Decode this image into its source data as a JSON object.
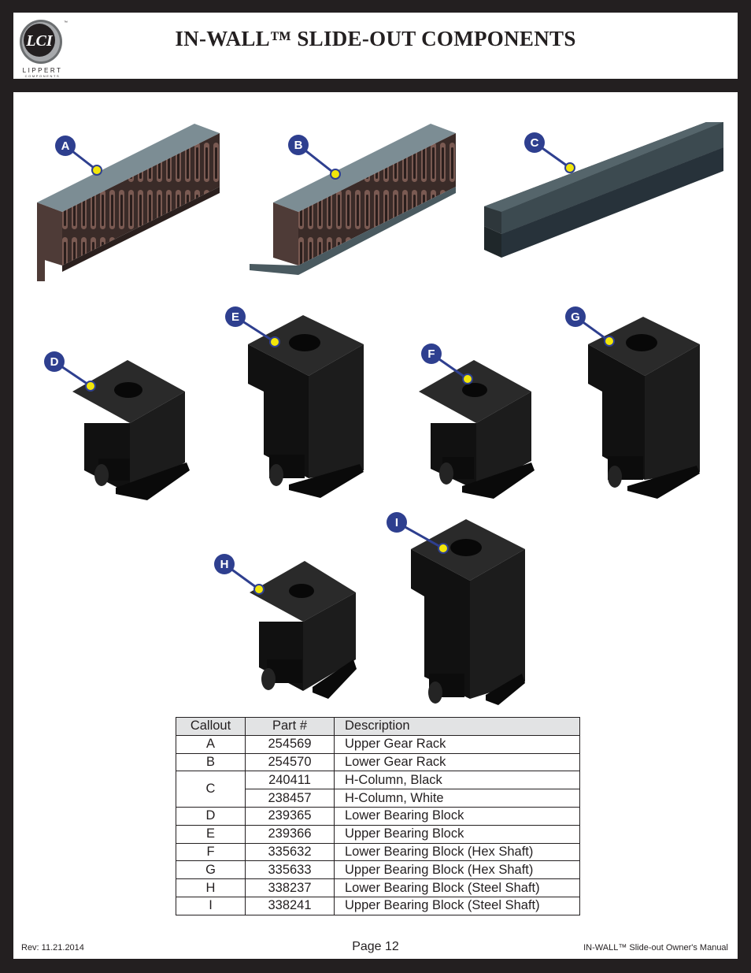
{
  "header": {
    "title": "IN-WALL™ SLIDE-OUT COMPONENTS",
    "logo_letters": "LCI",
    "logo_text": "LIPPERT",
    "logo_subtext": "COMPONENTS",
    "logo_tm": "™"
  },
  "callouts": {
    "a": "A",
    "b": "B",
    "c": "C",
    "d": "D",
    "e": "E",
    "f": "F",
    "g": "G",
    "h": "H",
    "i": "I"
  },
  "colors": {
    "callout_fill": "#2e3f8f",
    "callout_dot": "#f2e60a",
    "part_black": "#161616",
    "rack_top": "#6d7c82",
    "rack_copper": "#4f3a35",
    "column_gray": "#3c4549"
  },
  "table": {
    "headers": [
      "Callout",
      "Part #",
      "Description"
    ],
    "rows": [
      {
        "callout": "A",
        "part": "254569",
        "desc": "Upper Gear Rack"
      },
      {
        "callout": "B",
        "part": "254570",
        "desc": "Lower Gear Rack"
      },
      {
        "callout": "C",
        "part": "240411",
        "desc": "H-Column, Black"
      },
      {
        "callout": "",
        "part": "238457",
        "desc": "H-Column, White"
      },
      {
        "callout": "D",
        "part": "239365",
        "desc": "Lower Bearing Block"
      },
      {
        "callout": "E",
        "part": "239366",
        "desc": "Upper Bearing Block"
      },
      {
        "callout": "F",
        "part": "335632",
        "desc": "Lower Bearing Block (Hex Shaft)"
      },
      {
        "callout": "G",
        "part": "335633",
        "desc": "Upper Bearing Block (Hex Shaft)"
      },
      {
        "callout": "H",
        "part": "338237",
        "desc": "Lower Bearing Block (Steel Shaft)"
      },
      {
        "callout": "I",
        "part": "338241",
        "desc": "Upper Bearing Block (Steel Shaft)"
      }
    ]
  },
  "footer": {
    "rev": "Rev: 11.21.2014",
    "page": "Page 12",
    "manual": "IN-WALL™ Slide-out Owner's Manual"
  }
}
